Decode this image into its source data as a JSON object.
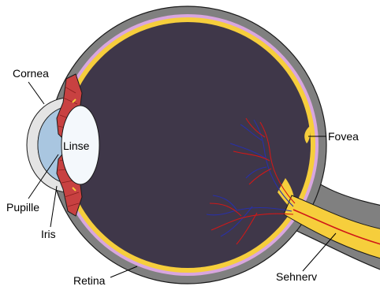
{
  "labels": {
    "cornea": "Cornea",
    "linse": "Linse",
    "pupille": "Pupille",
    "iris": "Iris",
    "retina": "Retina",
    "fovea": "Fovea",
    "sehnerv": "Sehnerv"
  },
  "colors": {
    "sclera": "#808080",
    "outline": "#1a1a1a",
    "choroid": "#d8a6df",
    "retina": "#f6ce3c",
    "vitreous": "#3f3749",
    "iris": "#c84141",
    "cornea": "#e4e4e4",
    "lens": "#f4f8fc",
    "aqueous": "#a9c6e0",
    "artery": "#d01818",
    "vein": "#2830a8"
  }
}
